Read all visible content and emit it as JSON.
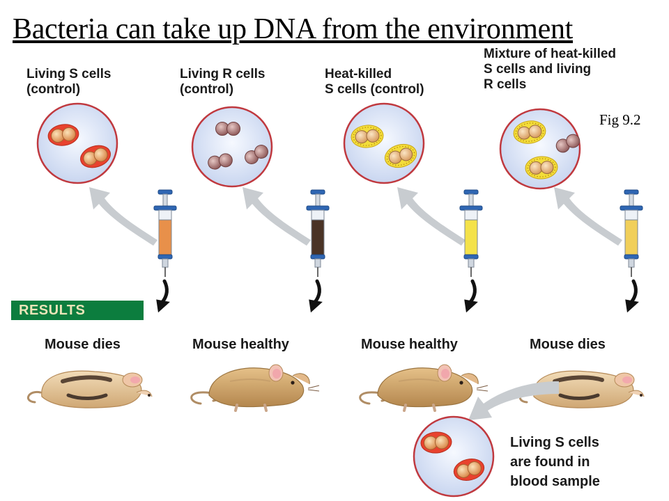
{
  "title": "Bacteria can take up DNA from the environment",
  "figure_ref": "Fig 9.2",
  "columns": [
    {
      "label_lines": [
        "Living S cells",
        "(control)"
      ],
      "result": "Mouse dies",
      "syringe_fluid": "#e8904a",
      "cells": "S"
    },
    {
      "label_lines": [
        "Living R cells",
        "(control)"
      ],
      "result": "Mouse healthy",
      "syringe_fluid": "#4a3326",
      "cells": "R"
    },
    {
      "label_lines": [
        "Heat-killed",
        "S cells (control)"
      ],
      "result": "Mouse healthy",
      "syringe_fluid": "#f4e24a",
      "cells": "heat-killed-S"
    },
    {
      "label_lines": [
        "Mixture of heat-killed",
        "S cells and living",
        "R cells"
      ],
      "result": "Mouse dies",
      "syringe_fluid": "#f1cf5a",
      "cells": "mixture"
    }
  ],
  "results_label": "RESULTS",
  "blood_sample": {
    "label_lines": [
      "Living S cells",
      "are found in",
      "blood sample"
    ]
  },
  "colors": {
    "results_band": "#0c7d3e",
    "circle_border": "#c0393f",
    "circle_fill": "#dde6f7",
    "arrow": "#c8ccd0"
  }
}
